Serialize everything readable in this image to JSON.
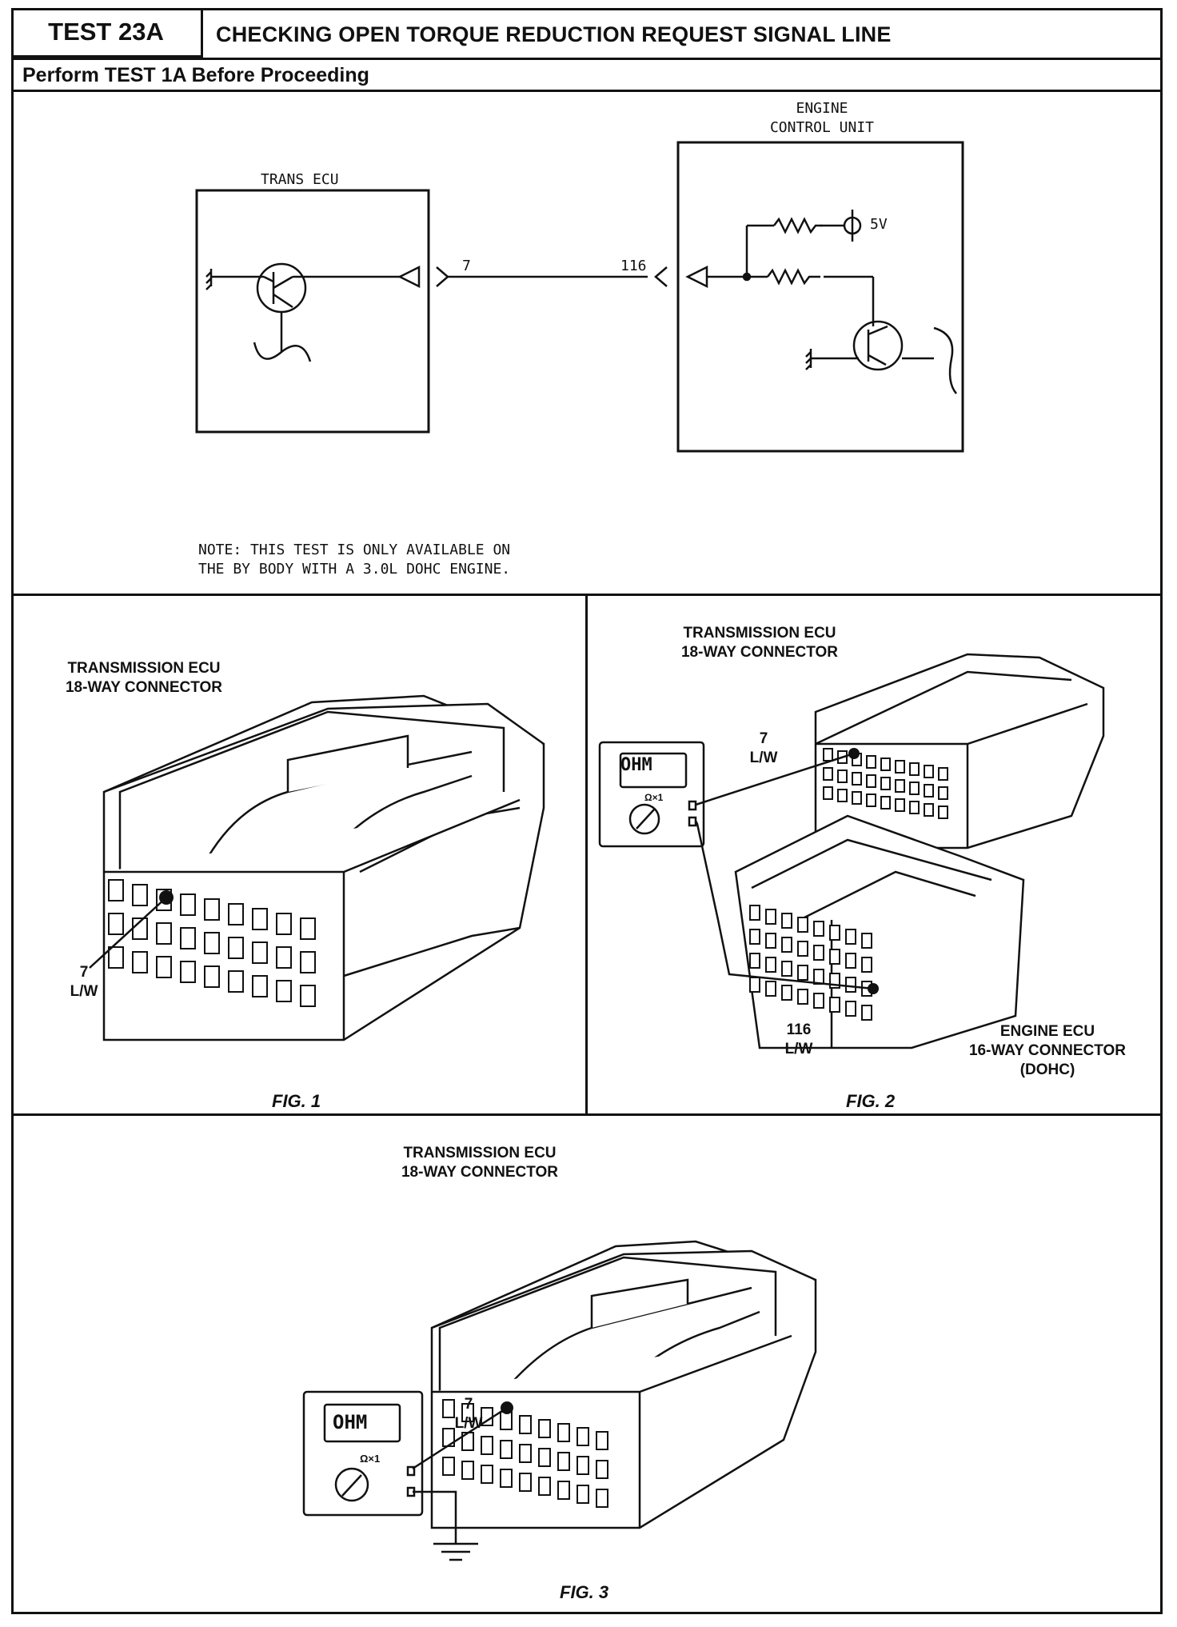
{
  "header": {
    "test_id": "TEST 23A",
    "title": "CHECKING OPEN TORQUE REDUCTION REQUEST SIGNAL LINE",
    "prerequisite": "Perform TEST 1A Before Proceeding"
  },
  "schematic": {
    "trans_ecu_label": "TRANS ECU",
    "engine_label_line1": "ENGINE",
    "engine_label_line2": "CONTROL UNIT",
    "trans_pin": "7",
    "engine_pin": "116",
    "supply": "5V",
    "note_line1": "NOTE: THIS TEST IS ONLY AVAILABLE ON",
    "note_line2": "THE BY BODY WITH A 3.0L DOHC ENGINE."
  },
  "fig1": {
    "connector_line1": "TRANSMISSION ECU",
    "connector_line2": "18-WAY CONNECTOR",
    "pin": "7",
    "wire": "L/W",
    "caption": "FIG. 1"
  },
  "fig2": {
    "connector_line1": "TRANSMISSION ECU",
    "connector_line2": "18-WAY CONNECTOR",
    "pin": "7",
    "wire": "L/W",
    "meter_display": "OHM",
    "meter_range": "Ω×1",
    "engine_line1": "ENGINE ECU",
    "engine_line2": "16-WAY CONNECTOR",
    "engine_line3": "(DOHC)",
    "engine_pin": "116",
    "engine_wire": "L/W",
    "caption": "FIG. 2"
  },
  "fig3": {
    "connector_line1": "TRANSMISSION ECU",
    "connector_line2": "18-WAY CONNECTOR",
    "pin": "7",
    "wire": "L/W",
    "meter_display": "OHM",
    "meter_range": "Ω×1",
    "caption": "FIG. 3"
  }
}
